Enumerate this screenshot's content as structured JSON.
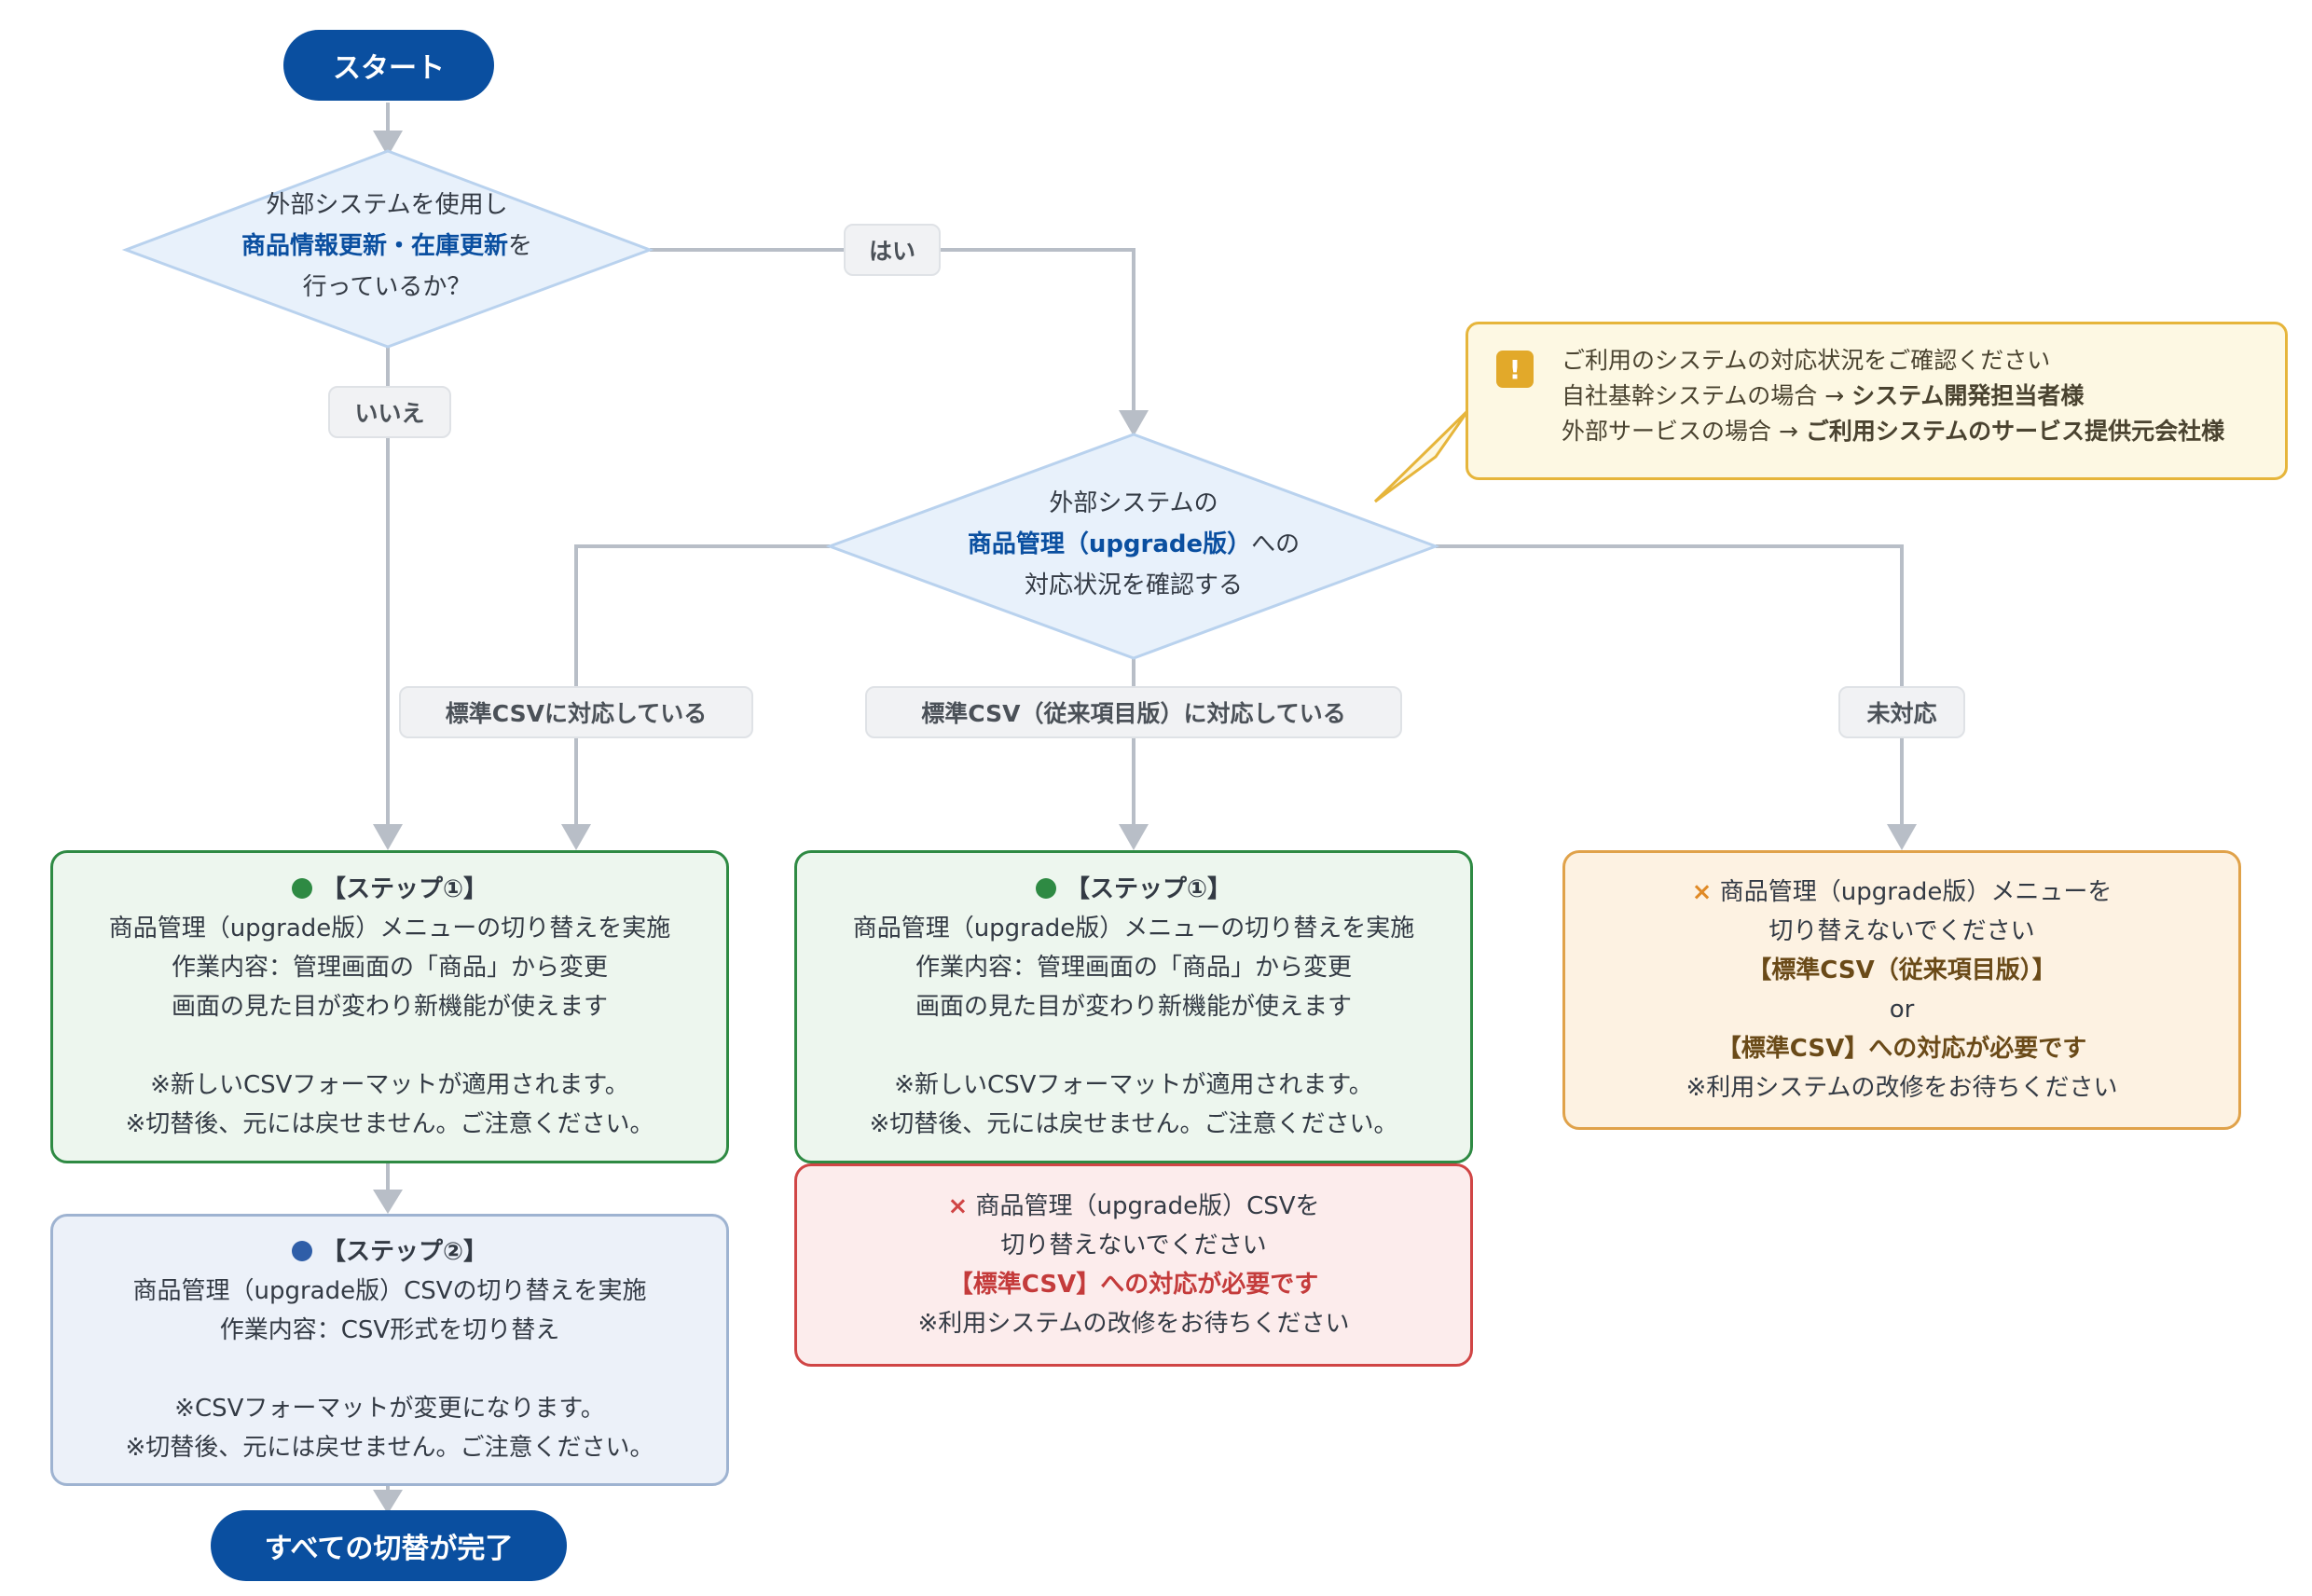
{
  "start": {
    "label": "スタート"
  },
  "end": {
    "label": "すべての切替が完了"
  },
  "decision1": {
    "line1": "外部システムを使用し",
    "line2_highlight": "商品情報更新・在庫更新",
    "line2_suffix": "を",
    "line3": "行っているか？"
  },
  "decision2": {
    "line1": "外部システムの",
    "line2_highlight": "商品管理（upgrade版）",
    "line2_suffix": "への",
    "line3": "対応状況を確認する"
  },
  "edge_labels": {
    "yes": "はい",
    "no": "いいえ",
    "standard_csv": "標準CSVに対応している",
    "legacy_csv": "標準CSV（従来項目版）に対応している",
    "unsupported": "未対応"
  },
  "note": {
    "icon": "warning-icon",
    "line1": "ご利用のシステムの対応状況をご確認ください",
    "line2_prefix": "自社基幹システムの場合 → ",
    "line2_bold": "システム開発担当者様",
    "line3_prefix": "外部サービスの場合 → ",
    "line3_bold": "ご利用システムのサービス提供元会社様"
  },
  "step1_left": {
    "title": "【ステップ①】",
    "lines": [
      "商品管理（upgrade版）メニューの切り替えを実施",
      "作業内容：管理画面の「商品」から変更",
      "画面の見た目が変わり新機能が使えます"
    ],
    "notes": [
      "※新しいCSVフォーマットが適用されます。",
      "※切替後、元には戻せません。ご注意ください。"
    ]
  },
  "step1_mid": {
    "title": "【ステップ①】",
    "lines": [
      "商品管理（upgrade版）メニューの切り替えを実施",
      "作業内容：管理画面の「商品」から変更",
      "画面の見た目が変わり新機能が使えます"
    ],
    "notes": [
      "※新しいCSVフォーマットが適用されます。",
      "※切替後、元には戻せません。ご注意ください。"
    ]
  },
  "step2": {
    "title": "【ステップ②】",
    "lines": [
      "商品管理（upgrade版）CSVの切り替えを実施",
      "作業内容：CSV形式を切り替え"
    ],
    "notes": [
      "※CSVフォーマットが変更になります。",
      "※切替後、元には戻せません。ご注意ください。"
    ]
  },
  "red_box": {
    "mark": "×",
    "line1": "商品管理（upgrade版）CSVを",
    "line2": "切り替えないでください",
    "line3": "【標準CSV】への対応が必要です",
    "line4": "※利用システムの改修をお待ちください"
  },
  "orange_box": {
    "mark": "×",
    "line1": "商品管理（upgrade版）メニューを",
    "line2": "切り替えないでください",
    "line3": "【標準CSV（従来項目版）】",
    "line4": "or",
    "line5": "【標準CSV】への対応が必要です",
    "line6": "※利用システムの改修をお待ちください"
  },
  "colors": {
    "primary": "#0a4fa0",
    "green": "#2e8a43",
    "blue_dot": "#2f5ea8",
    "red": "#d04545",
    "orange": "#e0a24a",
    "connector": "#b8bec7"
  }
}
